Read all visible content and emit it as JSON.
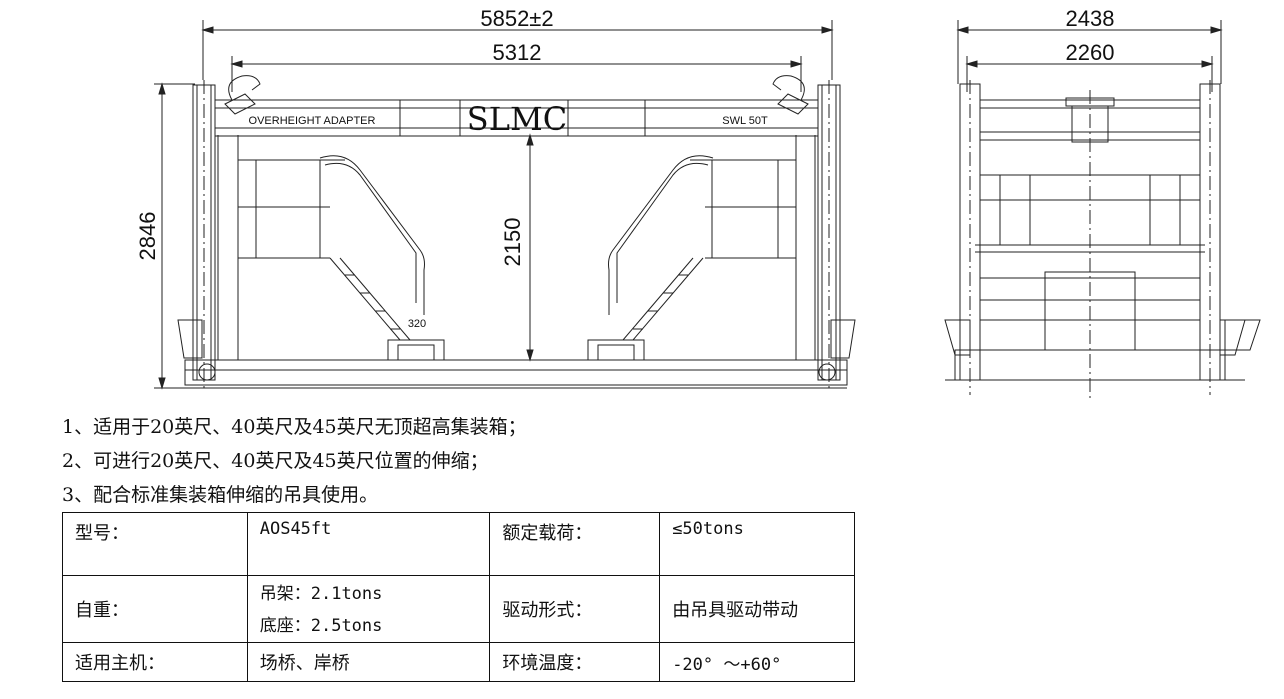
{
  "drawing": {
    "front_view": {
      "overall_length": "5852±2",
      "inner_length": "5312",
      "height": "2846",
      "frame_height": "2150",
      "stair_width": "320",
      "plate_left": "OVERHEIGHT ADAPTER",
      "logo": "SLMC",
      "plate_right": "SWL 50T"
    },
    "side_view": {
      "overall_width": "2438",
      "inner_width": "2260"
    }
  },
  "notes": [
    "1、适用于20英尺、40英尺及45英尺无顶超高集装箱；",
    "2、可进行20英尺、40英尺及45英尺位置的伸缩；",
    "3、配合标准集装箱伸缩的吊具使用。"
  ],
  "spec_table": {
    "model_label": "型号：",
    "model_value": "AOS45ft",
    "load_label": "额定载荷：",
    "load_value": "≤50tons",
    "weight_label": "自重：",
    "weight_value_1": "吊架：2.1tons",
    "weight_value_2": "底座：2.5tons",
    "drive_label": "驱动形式：",
    "drive_value": "由吊具驱动带动",
    "machine_label": "适用主机：",
    "machine_value": "场桥、岸桥",
    "temp_label": "环境温度：",
    "temp_value": "-20° ～+60°"
  }
}
